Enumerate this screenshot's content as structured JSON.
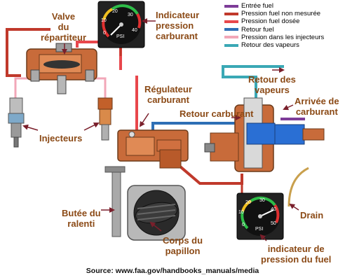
{
  "legend": [
    {
      "label": "Entrée fuel",
      "color": "#7d3c98"
    },
    {
      "label": "Pression fuel non mesurée",
      "color": "#c0392b"
    },
    {
      "label": "Pression fuel dosée",
      "color": "#e8474c"
    },
    {
      "label": "Retour fuel",
      "color": "#2e6fb5"
    },
    {
      "label": "Pression dans les injecteurs",
      "color": "#f2a7b8"
    },
    {
      "label": "Retour des vapeurs",
      "color": "#3aa8b5"
    }
  ],
  "labels": {
    "valve": "Valve\ndu\nrépartiteur",
    "indicateur_carburant": "Indicateur\npression\ncarburant",
    "retour_vapeurs": "Retour des\nvapeurs",
    "regulateur": "Régulateur\ncarburant",
    "retour_carburant": "Retour carburant",
    "arrivee": "Arrivée de\ncarburant",
    "injecteurs": "Injecteurs",
    "butee": "Butée du\nralenti",
    "corps": "Corps du\npapillon",
    "drain": "Drain",
    "indicateur_fuel": "indicateur de\npression du fuel"
  },
  "gauge_top": {
    "ticks": [
      "0",
      "10",
      "20",
      "30",
      "40"
    ],
    "unit": "PSI"
  },
  "gauge_bottom": {
    "ticks": [
      "0",
      "10",
      "20",
      "30",
      "40",
      "50"
    ],
    "unit": "PSI"
  },
  "source": "Source: www.faa.gov/handbooks_manuals/media"
}
